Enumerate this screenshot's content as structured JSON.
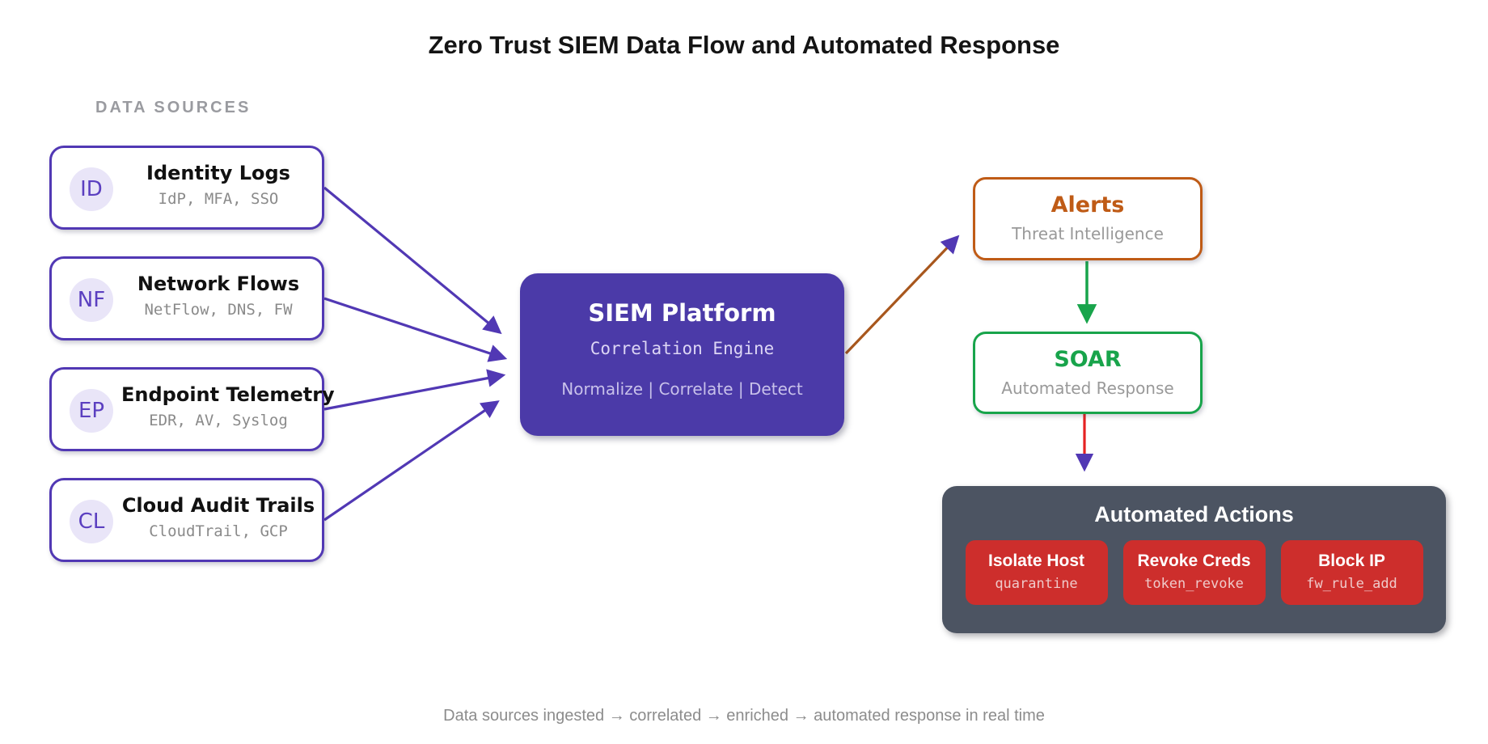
{
  "header": {
    "title": "Zero Trust SIEM Data Flow and Automated Response"
  },
  "sources_label": "DATA SOURCES",
  "sources": [
    {
      "badge": "ID",
      "title": "Identity Logs",
      "subtitle": "IdP, MFA, SSO"
    },
    {
      "badge": "NF",
      "title": "Network Flows",
      "subtitle": "NetFlow, DNS, FW"
    },
    {
      "badge": "EP",
      "title": "Endpoint Telemetry",
      "subtitle": "EDR, AV, Syslog"
    },
    {
      "badge": "CL",
      "title": "Cloud Audit Trails",
      "subtitle": "CloudTrail, GCP"
    }
  ],
  "siem": {
    "title": "SIEM Platform",
    "subtitle": "Correlation Engine",
    "pipeline": "Normalize | Correlate | Detect"
  },
  "alerts": {
    "title": "Alerts",
    "subtitle": "Threat Intelligence"
  },
  "soar": {
    "title": "SOAR",
    "subtitle": "Automated Response"
  },
  "actions": {
    "title": "Automated Actions",
    "items": [
      {
        "label": "Isolate Host",
        "code": "quarantine"
      },
      {
        "label": "Revoke Creds",
        "code": "token_revoke"
      },
      {
        "label": "Block IP",
        "code": "fw_rule_add"
      }
    ]
  },
  "footer": {
    "caption": "Data sources ingested → correlated → enriched → automated response in real time"
  },
  "edges": [
    {
      "from": "identity-logs",
      "to": "siem",
      "color": "purple"
    },
    {
      "from": "network-flows",
      "to": "siem",
      "color": "purple"
    },
    {
      "from": "endpoint-telemetry",
      "to": "siem",
      "color": "purple"
    },
    {
      "from": "cloud-audit-trails",
      "to": "siem",
      "color": "purple"
    },
    {
      "from": "siem",
      "to": "alerts",
      "color": "orange"
    },
    {
      "from": "alerts",
      "to": "soar",
      "color": "green"
    },
    {
      "from": "soar",
      "to": "automated-actions",
      "color": "red"
    }
  ],
  "colors": {
    "purple": "#5138b4",
    "siem_fill": "#4b3aa8",
    "badge_bg": "#e9e5f8",
    "badge_text": "#5b3fc0",
    "orange": "#bf5b16",
    "green": "#18a44b",
    "red": "#cd2e2c",
    "red_line": "#e52222",
    "panel": "#4c5462",
    "lavender_text": "#ddd6f5",
    "pipeline_text": "#c8c1ea",
    "code_pink": "#efcaca"
  }
}
